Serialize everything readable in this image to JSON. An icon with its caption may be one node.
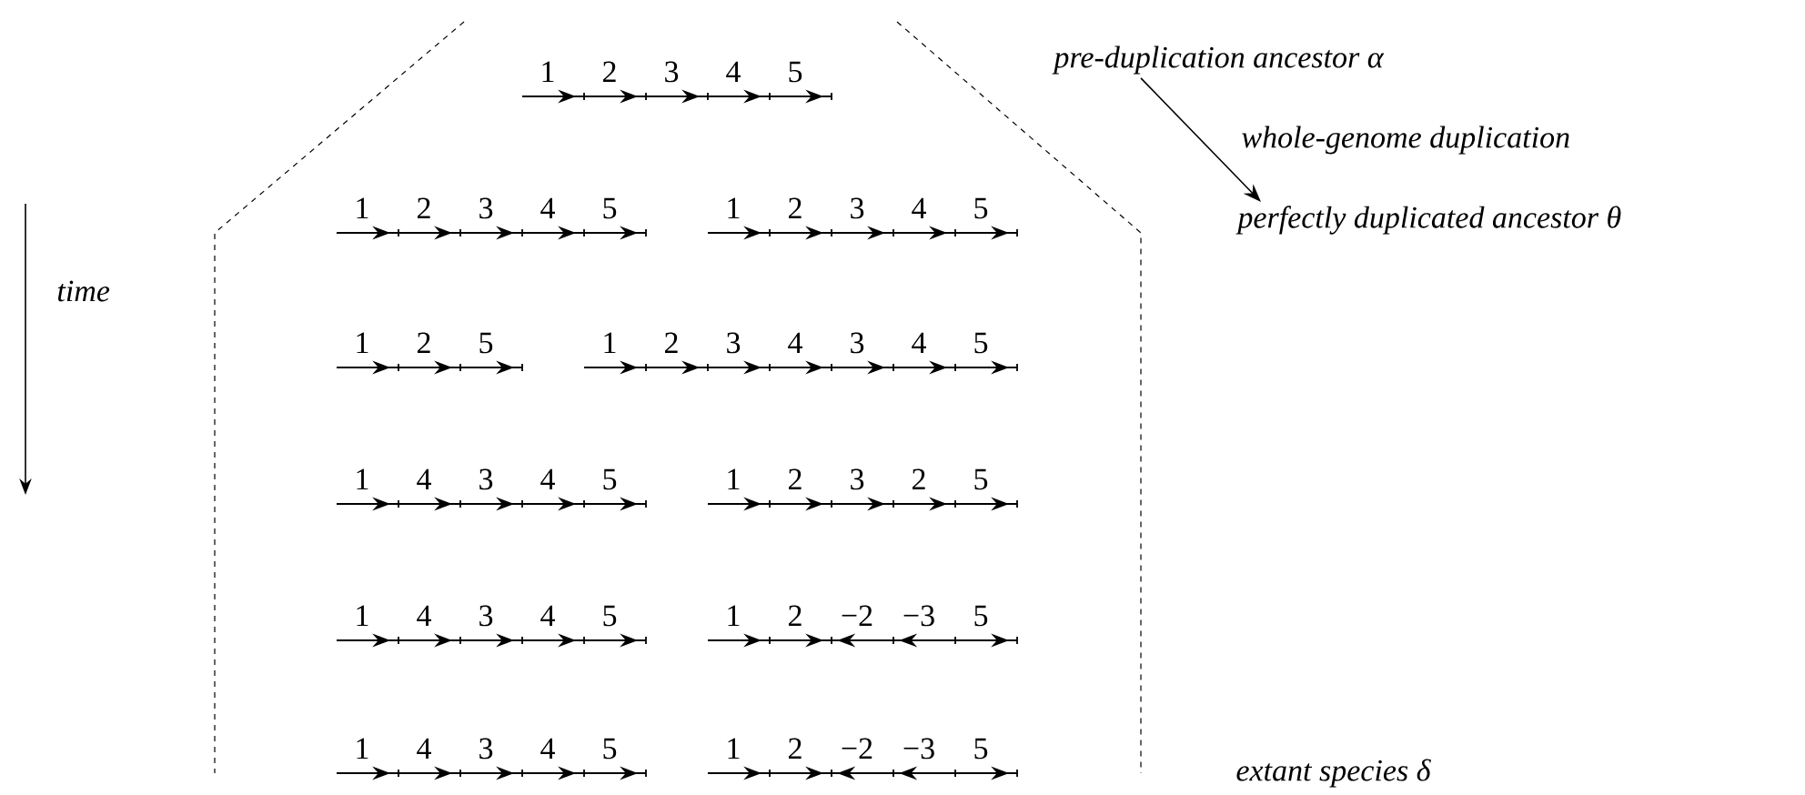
{
  "diagram": {
    "nodes": [
      {
        "text": [
          "pre-duplication ancestor α"
        ]
      },
      {
        "text": [
          "perfectly duplicated ancestor θ"
        ]
      }
    ],
    "edges": [
      {
        "from": 0,
        "to": 1,
        "arrow": "to",
        "label": "whole-genome duplication"
      }
    ],
    "labels": [
      "time",
      "1",
      "2",
      "3",
      "4",
      "5",
      "1",
      "2",
      "3",
      "4",
      "5",
      "1",
      "2",
      "3",
      "4",
      "5",
      "1",
      "2",
      "5",
      "1",
      "2",
      "3",
      "4",
      "3",
      "4",
      "5",
      "1",
      "4",
      "3",
      "4",
      "5",
      "1",
      "2",
      "3",
      "2",
      "5",
      "1",
      "4",
      "3",
      "4",
      "5",
      "1",
      "2",
      "−2",
      "−3",
      "5",
      "1",
      "4",
      "3",
      "4",
      "5",
      "1",
      "2",
      "−2",
      "−3",
      "5",
      "extant species δ"
    ]
  }
}
